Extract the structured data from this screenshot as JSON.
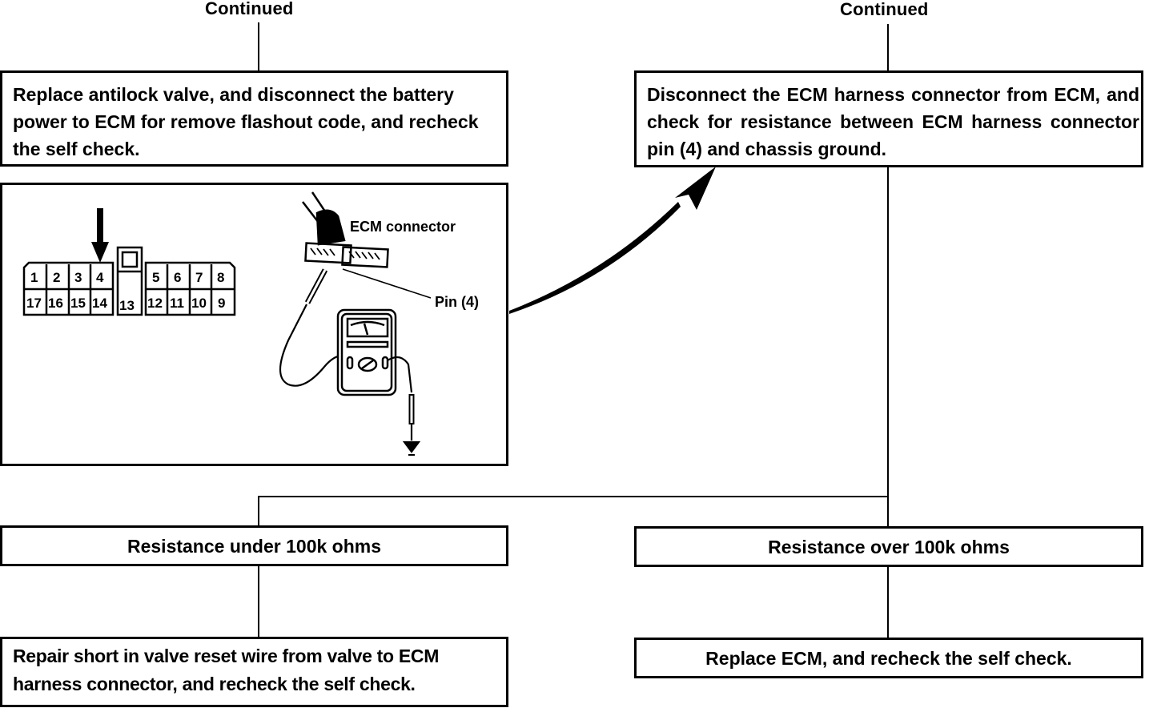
{
  "flowchart": {
    "left_branch": {
      "continued_label": "Continued",
      "step_box_text": "Replace antilock valve, and disconnect the battery power to ECM for remove flashout code, and recheck the self check."
    },
    "right_branch": {
      "continued_label": "Continued",
      "step_box_text": "Disconnect the ECM harness connector from ECM, and check for resistance between ECM harness connector pin (4) and chassis ground."
    },
    "figure": {
      "connector_pins_top": [
        "1",
        "2",
        "3",
        "4",
        "5",
        "6",
        "7",
        "8"
      ],
      "connector_pins_bottom": [
        "17",
        "16",
        "15",
        "14",
        "13",
        "12",
        "11",
        "10",
        "9"
      ],
      "highlighted_pin": "4",
      "ecm_connector_label": "ECM connector",
      "pin_label": "Pin (4)",
      "icons": [
        "down-arrow-icon",
        "ecm-connector-icon",
        "multimeter-icon",
        "ground-icon",
        "curved-arrow-icon"
      ]
    },
    "outcomes": [
      {
        "condition": "Resistance under 100k ohms",
        "action": "Repair short in valve reset wire from valve to ECM harness connector, and recheck the self check."
      },
      {
        "condition": "Resistance over 100k ohms",
        "action": "Replace ECM, and recheck the self check."
      }
    ]
  }
}
